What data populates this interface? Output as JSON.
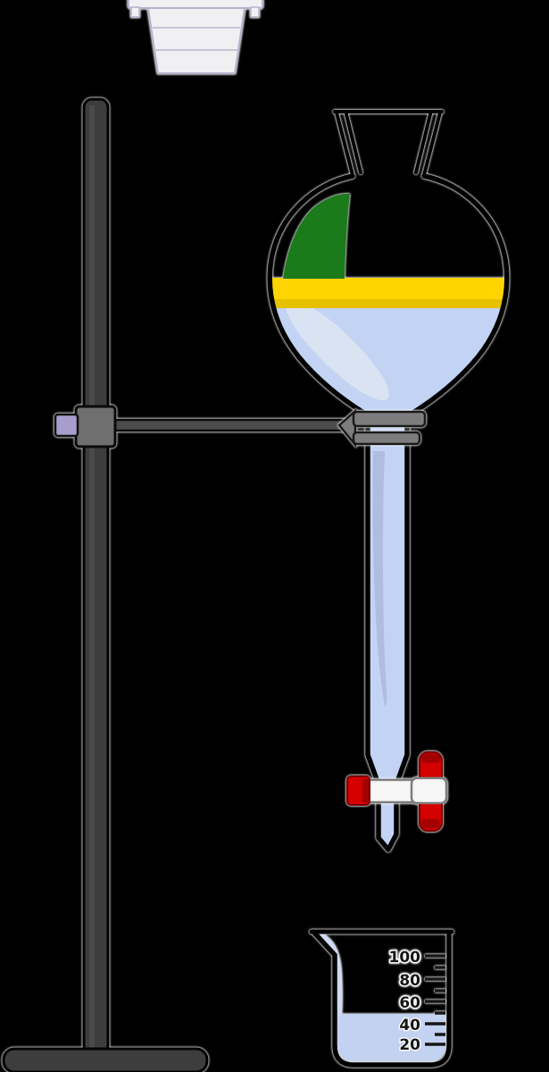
{
  "colors": {
    "background": "#000000",
    "top_liquid": "#ffd400",
    "top_liquid_shade": "#e7c000",
    "bottom_liquid": "#c3d3f4",
    "residue_green": "#1b7b1b",
    "stopcock_red": "#d40000",
    "stopcock_red_dark": "#a30000",
    "beaker_liquid": "#c3d2f0",
    "metal_dark": "#3d3d3d",
    "metal_mid": "#6f6f6f",
    "clamp_gray": "#7d7d7d",
    "knob_lilac": "#a79ecb",
    "stopper_white": "#f0f0f3"
  },
  "beaker": {
    "liquid_level_ml": 50,
    "graduations": [
      {
        "label": "100"
      },
      {
        "label": "80"
      },
      {
        "label": "60"
      },
      {
        "label": "40"
      },
      {
        "label": "20"
      }
    ]
  }
}
